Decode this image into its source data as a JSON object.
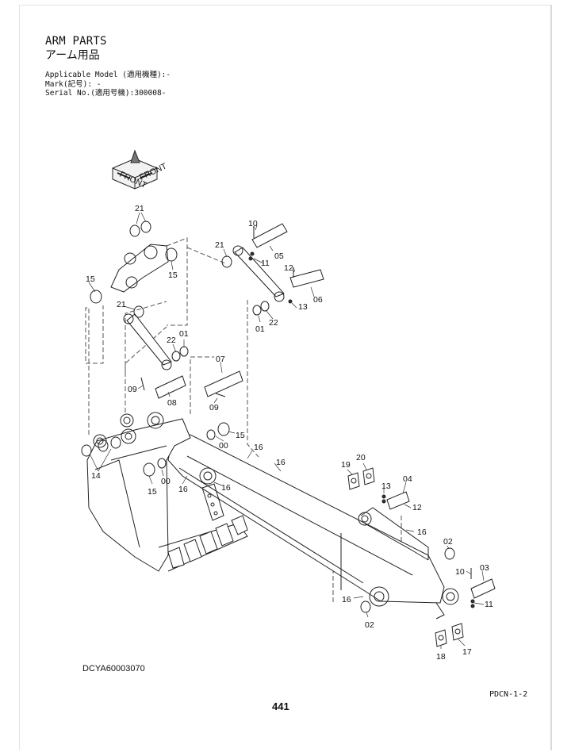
{
  "header": {
    "title_en": "ARM PARTS",
    "title_jp": "アーム用品",
    "applicable_model": "Applicable Model (適用機種):-",
    "mark": "Mark(記号): -",
    "serial": "Serial No.(適用号機):300008-"
  },
  "drawing": {
    "front_mark": "FRONT",
    "callouts": [
      {
        "id": "c21a",
        "text": "21"
      },
      {
        "id": "c15a",
        "text": "15"
      },
      {
        "id": "c15b",
        "text": "15"
      },
      {
        "id": "c21b",
        "text": "21"
      },
      {
        "id": "c22a",
        "text": "22"
      },
      {
        "id": "c01a",
        "text": "01"
      },
      {
        "id": "c10a",
        "text": "10"
      },
      {
        "id": "c21c",
        "text": "21"
      },
      {
        "id": "c05",
        "text": "05"
      },
      {
        "id": "c11a",
        "text": "11"
      },
      {
        "id": "c12a",
        "text": "12"
      },
      {
        "id": "c06",
        "text": "06"
      },
      {
        "id": "c13a",
        "text": "13"
      },
      {
        "id": "c01b",
        "text": "01"
      },
      {
        "id": "c22b",
        "text": "22"
      },
      {
        "id": "c07",
        "text": "07"
      },
      {
        "id": "c09a",
        "text": "09"
      },
      {
        "id": "c08",
        "text": "08"
      },
      {
        "id": "c09b",
        "text": "09"
      },
      {
        "id": "c15c",
        "text": "15"
      },
      {
        "id": "c00a",
        "text": "00"
      },
      {
        "id": "c14",
        "text": "14"
      },
      {
        "id": "c00b",
        "text": "00"
      },
      {
        "id": "c15d",
        "text": "15"
      },
      {
        "id": "c16a",
        "text": "16"
      },
      {
        "id": "c16b",
        "text": "16"
      },
      {
        "id": "c16c",
        "text": "16"
      },
      {
        "id": "c16d",
        "text": "16"
      },
      {
        "id": "c19",
        "text": "19"
      },
      {
        "id": "c20",
        "text": "20"
      },
      {
        "id": "c13b",
        "text": "13"
      },
      {
        "id": "c04",
        "text": "04"
      },
      {
        "id": "c12b",
        "text": "12"
      },
      {
        "id": "c16e",
        "text": "16"
      },
      {
        "id": "c02a",
        "text": "02"
      },
      {
        "id": "c10b",
        "text": "10"
      },
      {
        "id": "c03",
        "text": "03"
      },
      {
        "id": "c16f",
        "text": "16"
      },
      {
        "id": "c11b",
        "text": "11"
      },
      {
        "id": "c02b",
        "text": "02"
      },
      {
        "id": "c18",
        "text": "18"
      },
      {
        "id": "c17",
        "text": "17"
      }
    ]
  },
  "footer": {
    "drawing_code": "DCYA60003070",
    "page_ref": "PDCN-1-2",
    "page_number": "441"
  }
}
